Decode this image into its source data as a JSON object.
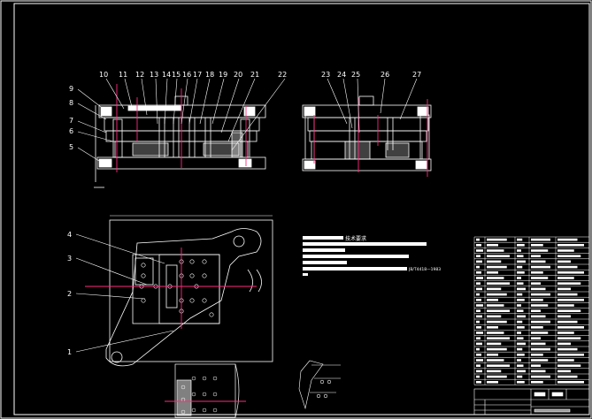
{
  "drawing": {
    "section_a_callouts": [
      "10",
      "11",
      "12",
      "13",
      "14",
      "15",
      "16",
      "17",
      "18",
      "19",
      "20",
      "21",
      "22"
    ],
    "section_a_side_callouts": [
      "9",
      "8",
      "7",
      "6",
      "5"
    ],
    "section_b_callouts": [
      "23",
      "24",
      "25",
      "26",
      "27"
    ],
    "plan_callouts": [
      "4",
      "3",
      "2",
      "1"
    ],
    "notes": {
      "heading": "技术要求",
      "standard": "JB/T4418—1983"
    },
    "colors": {
      "background": "#000000",
      "line": "#ffffff",
      "centerline": "#ff2a7a",
      "accent": "#3aa0ff"
    }
  }
}
